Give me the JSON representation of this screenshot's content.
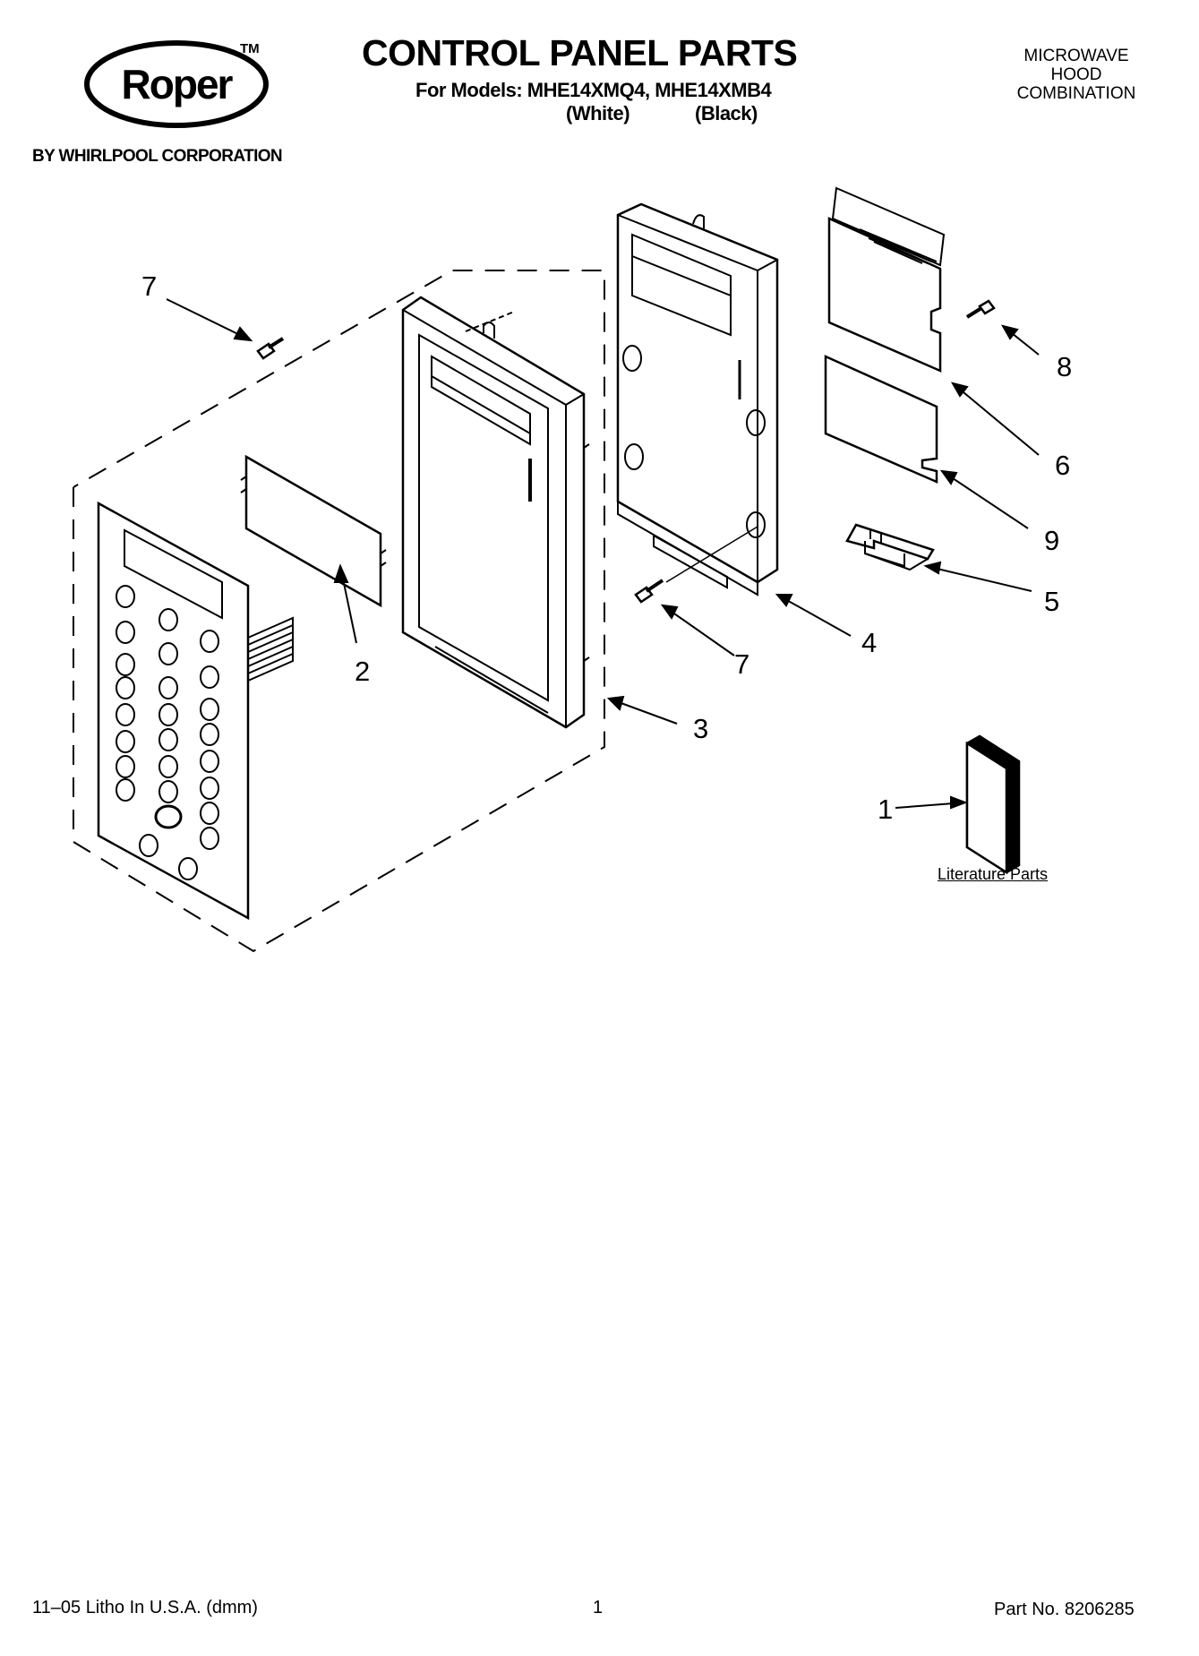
{
  "header": {
    "brand": "Roper",
    "trademark": "TM",
    "brand_sub": "BY WHIRLPOOL CORPORATION",
    "title": "CONTROL PANEL PARTS",
    "models_line": "For Models: MHE14XMQ4, MHE14XMB4",
    "color_white": "(White)",
    "color_black": "(Black)",
    "product_lines": [
      "MICROWAVE",
      "HOOD",
      "COMBINATION"
    ]
  },
  "callouts": {
    "c7a": "7",
    "c2": "2",
    "c3": "3",
    "c7b": "7",
    "c4": "4",
    "c8": "8",
    "c6": "6",
    "c9": "9",
    "c5": "5",
    "c1": "1"
  },
  "literature_label": "Literature Parts",
  "footer": {
    "litho": "11–05 Litho In U.S.A. (dmm)",
    "page": "1",
    "part_no": "Part No. 8206285"
  }
}
